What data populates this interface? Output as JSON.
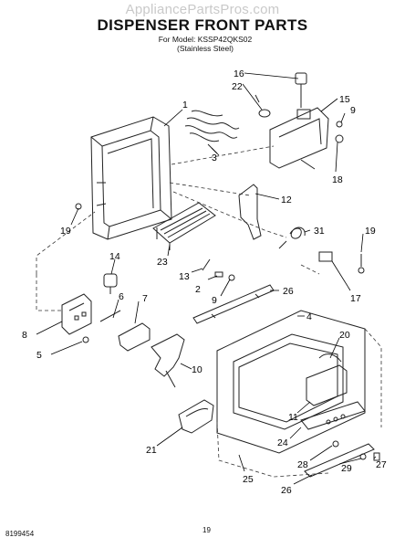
{
  "watermark": "AppliancePartsPros.com",
  "title": "DISPENSER FRONT PARTS",
  "model_line": "For Model: KSSP42QKS02",
  "finish_line": "(Stainless Steel)",
  "page_number": "19",
  "doc_number": "8199454",
  "callouts": [
    "1",
    "2",
    "3",
    "4",
    "5",
    "6",
    "7",
    "8",
    "9",
    "9",
    "10",
    "11",
    "12",
    "13",
    "14",
    "15",
    "16",
    "17",
    "18",
    "19",
    "19",
    "20",
    "21",
    "22",
    "23",
    "24",
    "25",
    "26",
    "26",
    "27",
    "28",
    "29",
    "31"
  ]
}
